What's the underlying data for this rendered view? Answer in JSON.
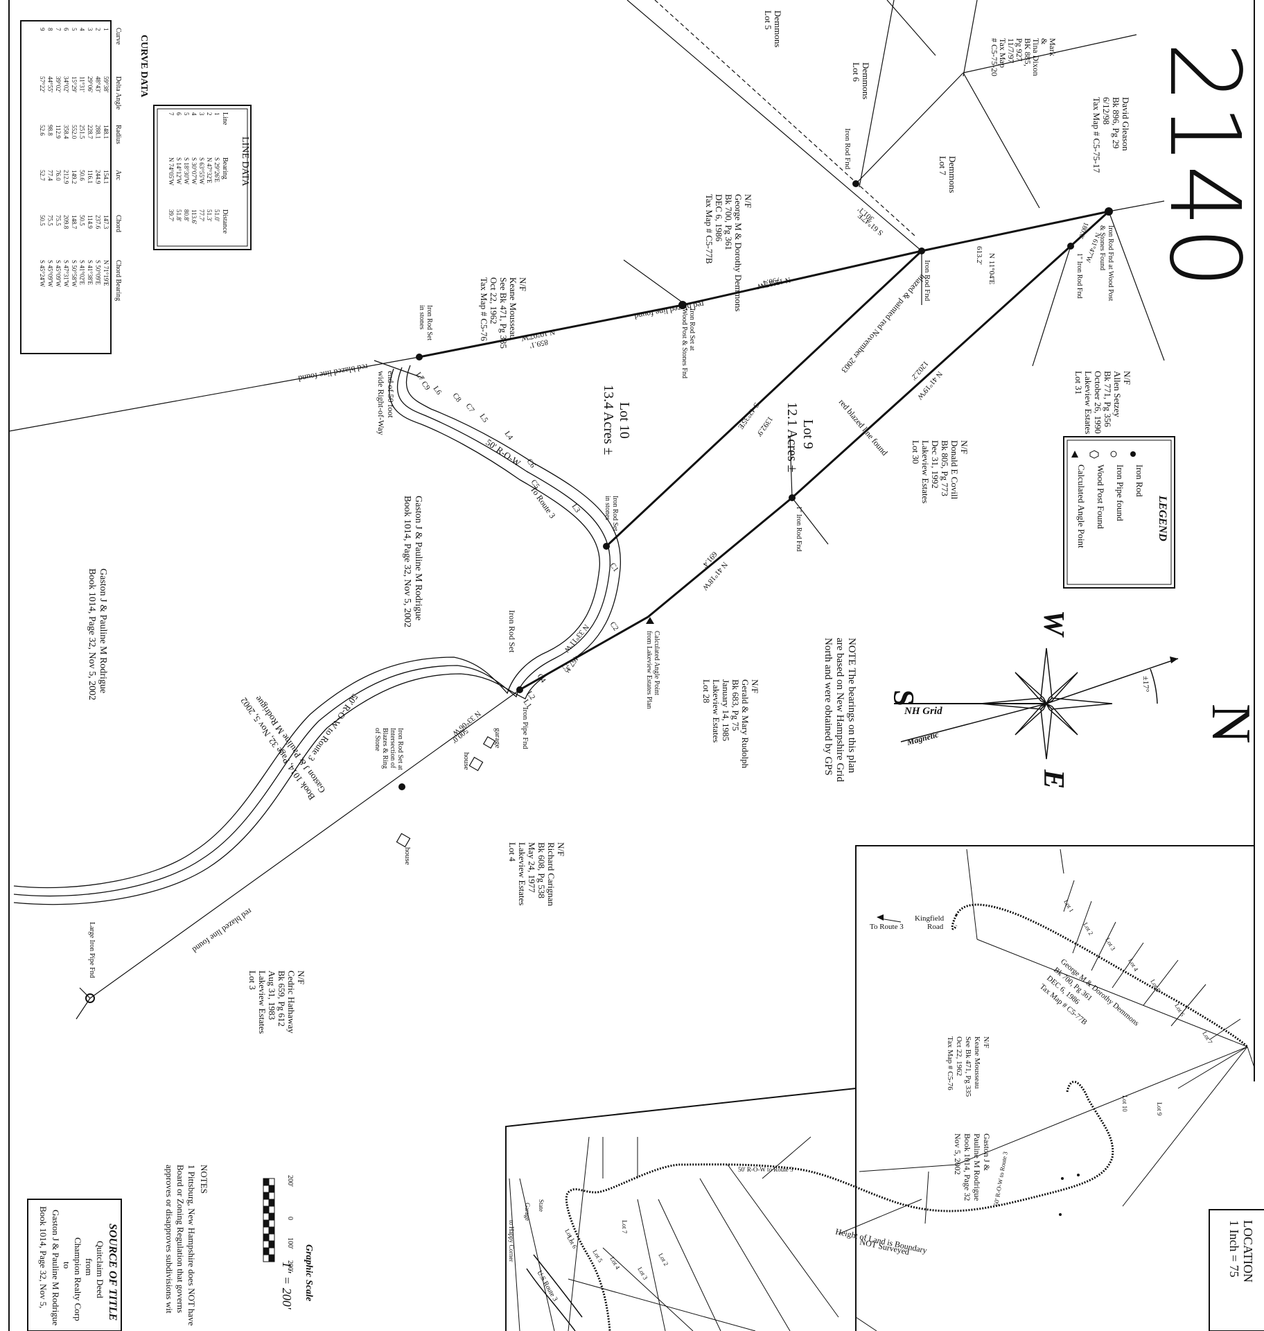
{
  "plan_number": "2140",
  "north_letter": "N",
  "compass": {
    "n": "N",
    "s": "S",
    "e": "E",
    "w": "W",
    "grid": "NH Grid",
    "magnetic": "Magnetic",
    "declination": "±17°"
  },
  "legend": {
    "title": "LEGEND",
    "items": [
      "Iron Rod",
      "Iron Pipe found",
      "Wood Post Found",
      "Calculated Angle Point"
    ]
  },
  "note": [
    "NOTE The bearings on this plan",
    "are based on New Hampshire Grid",
    "North and were obtained by GPS"
  ],
  "line_table": {
    "title": "LINE DATA",
    "headers": [
      "Line",
      "Bearing",
      "Distance"
    ],
    "rows": [
      [
        "1",
        "S 29°26'E",
        "51.0'"
      ],
      [
        "2",
        "N 47°32'E",
        "51.3'"
      ],
      [
        "3",
        "S 63°55'W",
        "77.7'"
      ],
      [
        "4",
        "S 30°07'W",
        "113.6'"
      ],
      [
        "5",
        "S 18°30'W",
        "80.8'"
      ],
      [
        "6",
        "S 14°12'W",
        "51.8'"
      ],
      [
        "7",
        "N 74°05'W",
        "39.7'"
      ]
    ]
  },
  "curve_table": {
    "title": "CURVE DATA",
    "headers": [
      "Curve",
      "Delta Angle",
      "Radius",
      "Arc",
      "Chord",
      "Chord Bearing"
    ],
    "rows": [
      [
        "1",
        "59°38'",
        "148.1",
        "154.1",
        "147.3",
        "N 71°19'E"
      ],
      [
        "2",
        "48°43'",
        "288.1",
        "244.9",
        "237.6",
        "S 50°09'E"
      ],
      [
        "3",
        "29°06'",
        "228.7",
        "116.1",
        "114.9",
        "S 41°38'E"
      ],
      [
        "4",
        "11°31'",
        "251.5",
        "50.6",
        "50.5",
        "S 41°02'E"
      ],
      [
        "5",
        "15°29'",
        "552.0",
        "149.2",
        "148.7",
        "S 50°58'W"
      ],
      [
        "6",
        "34°02'",
        "358.4",
        "212.9",
        "209.8",
        "S 47°31'W"
      ],
      [
        "7",
        "39°02'",
        "112.9",
        "76.0",
        "75.5",
        "S 45°09'W"
      ],
      [
        "8",
        "44°55'",
        "98.8",
        "77.4",
        "75.5",
        "S 45°09'W"
      ],
      [
        "9",
        "57°22'",
        "52.6",
        "52.7",
        "50.5",
        "S 45°24'W"
      ]
    ]
  },
  "owners": {
    "mark_dixon": [
      "Mark",
      "&",
      "Tina Dixon",
      "BK 885,",
      "Pg 927",
      "11/7/97",
      "Tax Map",
      "# C5-75-20"
    ],
    "demmons5": [
      "Demmons",
      "Lot 5"
    ],
    "demmons6": [
      "Demmons",
      "Lot 6"
    ],
    "demmons7": [
      "Demmons",
      "Lot 7"
    ],
    "gleason": [
      "David Gleason",
      "Bk 896, Pg 29",
      "6/12/98",
      "Tax Map # C5-75-17"
    ],
    "demmons_main": [
      "N/F",
      "George M & Dorothy Demmons",
      "Bk 700, Pg 361",
      "DEC 6, 1986",
      "Tax Map # C5-77B"
    ],
    "mousseau": [
      "N/F",
      "Keane Mousseau",
      "See Bk 471, Pg 335",
      "Oct 22, 1962",
      "Tax Map # C5-76"
    ],
    "setzey": [
      "N/F",
      "Allen Setzey",
      "Bk 771, Pg 356",
      "October 26, 1990",
      "Lakeview Estates",
      "Lot 31"
    ],
    "covill": [
      "N/F",
      "Donald E Covill",
      "Bk 805, Pg 773",
      "Dec 31, 1992",
      "Lakeview Estates",
      "Lot 30"
    ],
    "rudolph": [
      "N/F",
      "Gerald & Mary Rudolph",
      "Bk 683, Pg 75",
      "January 14, 1985",
      "Lakeview Estates",
      "Lot 28"
    ],
    "carignan": [
      "N/F",
      "Richard Carignan",
      "Bk 608, Pg 538",
      "May 24, 1977",
      "Lakeview Estates",
      "Lot 4"
    ],
    "hathaway": [
      "N/F",
      "Cedric Hathaway",
      "Bk 659, Pg 612",
      "Aug 31, 1983",
      "Lakeview Estates",
      "Lot 3"
    ],
    "rodrigue1": [
      "Gaston J & Pauline M Rodrigue",
      "Book 1014, Page 32, Nov 5, 2002"
    ],
    "rodrigue2": [
      "Gaston J & Pauline M Rodrigue",
      "Book 1014, Page 32, Nov 5, 2002"
    ],
    "rodrigue3": [
      "Gaston J & Pauline M Rodrigue",
      "Book 1014, Page 32, Nov 5, 2002"
    ]
  },
  "lots": {
    "lot10": [
      "Lot 10",
      "13.4 Acres ±"
    ],
    "lot9": [
      "Lot 9",
      "12.1 Acres ±"
    ]
  },
  "labels": {
    "iron_rod_fnd": "Iron Rod Fnd",
    "iron_rod_fnd2": "Iron Rod Fnd",
    "iron_rod_fnd3": "1\" Iron Rod Fnd",
    "iron_rod_fnd4": "1\" Iron Rod Fnd",
    "iron_rod_set_stones": [
      "Iron Rod Set",
      "in stones"
    ],
    "iron_rod_set_stones2": [
      "Iron Rod Set",
      "in stones"
    ],
    "wood_post": [
      "Iron Rod Set at",
      "Wood Post & Stones Fnd"
    ],
    "corner_ne": [
      "Iron Rod Fnd at Wood Post",
      "& Stones Found"
    ],
    "blazed1": "red blazed line found",
    "blazed2": "red blazed line found",
    "blazed3": "red blazed line found",
    "blazed4": "red blazed line found",
    "painted": "blazed & painted red November 2003",
    "end_row": [
      "end of 50 foot",
      "wide Right-of-Way"
    ],
    "row1": "50' R-O-W",
    "row1b": "To Route 3",
    "row2": "50' R-O-W to Route 3",
    "iron_rod_set": "Iron Rod Set",
    "iron_pipe_fnd": "Iron Pipe Fnd",
    "calc_angle": [
      "Calculated Angle Point",
      "from Lakeview Estates Plan"
    ],
    "iron_rod_blazes": [
      "Iron Rod Set at",
      "Intersection of",
      "Blazes & Ring",
      "of Stone"
    ],
    "garage": "garage",
    "house": "house",
    "house2": "house",
    "large_pipe": "Large Iron Pipe Fnd",
    "brg1": "N 11°04'E",
    "d1": "613.2'",
    "brg2": "S 61°47'E",
    "d2": "301.1'",
    "brg3": "N 12°27'W",
    "d3": "790.4'",
    "brg4": "N 10°07'W",
    "d4": "859.1'",
    "brg5": "N 41°19'W",
    "d5": "1202.2'",
    "brg6": "N 41°18'W",
    "d6": "691.4'",
    "brg7": "S 42°35'E",
    "d7": "1392.9'",
    "brg8": "N 33°11'W",
    "d8": "467.1'",
    "brg9": "N 33°06'W",
    "d9": "500.0'",
    "brg10": "N 61°47'W",
    "d10": "180.0'",
    "curve_tags": [
      "L7",
      "C9",
      "L6",
      "C8",
      "C7",
      "L5",
      "L4",
      "C6",
      "C5",
      "L3",
      "C1",
      "C2",
      "C3",
      "C4",
      "L2",
      "L1"
    ]
  },
  "scale": {
    "title": "Graphic Scale",
    "ticks": [
      "200'",
      "0",
      "100'",
      "200'"
    ],
    "ratio": "1\" = 200'"
  },
  "notes": [
    "NOTES",
    "1 Pittsburg, New Hampshire does NOT have",
    "Board or Zoning Regulation that governs",
    "approves or disapproves subdivisions wit"
  ],
  "title_src": {
    "title": "SOURCE OF TITLE",
    "lines": [
      "Quitclaim Deed",
      "from",
      "Champion Realty Corp",
      "to",
      "Gaston J & Pauline M Rodrigue",
      "Book 1014, Page 32, Nov 5,"
    ]
  },
  "location": [
    "LOCATION",
    "1 Inch = 75"
  ],
  "inset": {
    "to_route": "To Route 3",
    "road": [
      "Kingfield",
      "Road"
    ],
    "lots": [
      "Lot 1",
      "Lot 2",
      "Lot 3",
      "Lot 4",
      "Lot 5",
      "Lot 6",
      "Lot 7",
      "Lot 10",
      "Lot 9",
      "Lot 7",
      "Lot 6",
      "Lot 5",
      "Lot 4",
      "Lot 3",
      "Lot 2",
      "Lot 1"
    ],
    "demmons": [
      "George M & Dorothy Demmons",
      "Bk 700, Pg 361",
      "DEC 6, 1986",
      "Tax Map # C5-77B"
    ],
    "mousseau": [
      "N/F",
      "Keane Mousseau",
      "See Bk 471, Pg 335",
      "Oct 22, 1962",
      "Tax Map # C5-76"
    ],
    "rodrigue": [
      "Gaston J &",
      "Pauline M Rodrigue",
      "Book 1014, Page 32",
      "Nov 5, 2002"
    ],
    "row1": "50' R-O-W to Route 3",
    "row2": "50' R-O-W to Route 3",
    "height": [
      "Height of Land is Boundary",
      "NOT Surveyed"
    ],
    "route": "U.S Route 3",
    "garage": "Garage",
    "state": [
      "State"
    ],
    "happy": "to Happy Corner"
  }
}
